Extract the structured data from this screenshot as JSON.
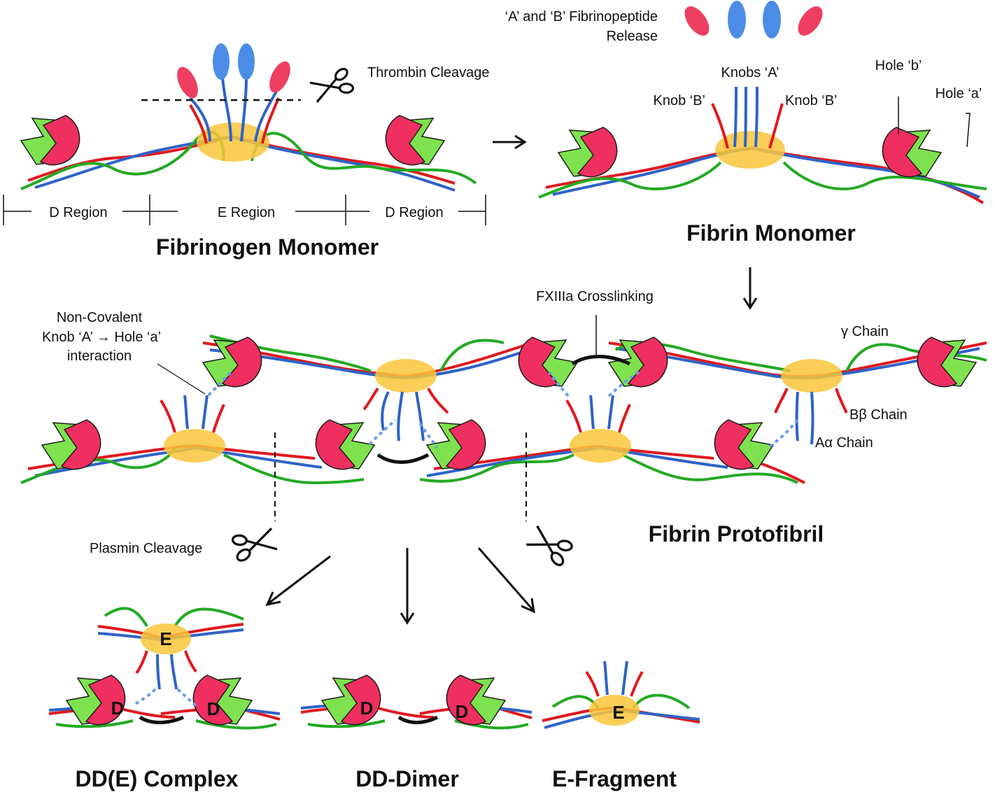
{
  "labels": {
    "fibrinopeptide_release_line1": "‘A’ and ‘B’ Fibrinopeptide",
    "fibrinopeptide_release_line2": "Release",
    "thrombin_cleavage": "Thrombin Cleavage",
    "knobs_a": "Knobs ‘A’",
    "knob_b_left": "Knob ‘B’",
    "knob_b_right": "Knob ‘B’",
    "hole_b": "Hole ‘b’",
    "hole_a": "Hole ‘a’",
    "d_region_left": "D Region",
    "e_region": "E Region",
    "d_region_right": "D Region",
    "fxiiia_crosslinking": "FXIIIa Crosslinking",
    "noncovalent_line1": "Non-Covalent",
    "noncovalent_line2": "Knob ‘A’ → Hole ‘a’",
    "noncovalent_line3": "interaction",
    "gamma_chain": "γ Chain",
    "bbeta_chain": "Bβ Chain",
    "aalpha_chain": "Aα Chain",
    "plasmin_cleavage": "Plasmin Cleavage",
    "e_letter": "E",
    "d_letter": "D"
  },
  "titles": {
    "fibrinogen_monomer": "Fibrinogen Monomer",
    "fibrin_monomer": "Fibrin Monomer",
    "fibrin_protofibril": "Fibrin Protofibril",
    "dde_complex": "DD(E) Complex",
    "dd_dimer": "DD-Dimer",
    "e_fragment": "E-Fragment"
  },
  "colors": {
    "alpha_chain": "#2e63c8",
    "beta_chain": "#e0181f",
    "gamma_chain": "#22aa22",
    "d_hole_domain": "#ee2f5f",
    "d_knob_domain": "#7ee24f",
    "e_region": "#f9c63a",
    "fibrinopeptide_a": "#4b8de6",
    "fibrinopeptide_b": "#ee3f62",
    "crosslink": "#111111",
    "interaction_dots": "#6a9ee8"
  }
}
